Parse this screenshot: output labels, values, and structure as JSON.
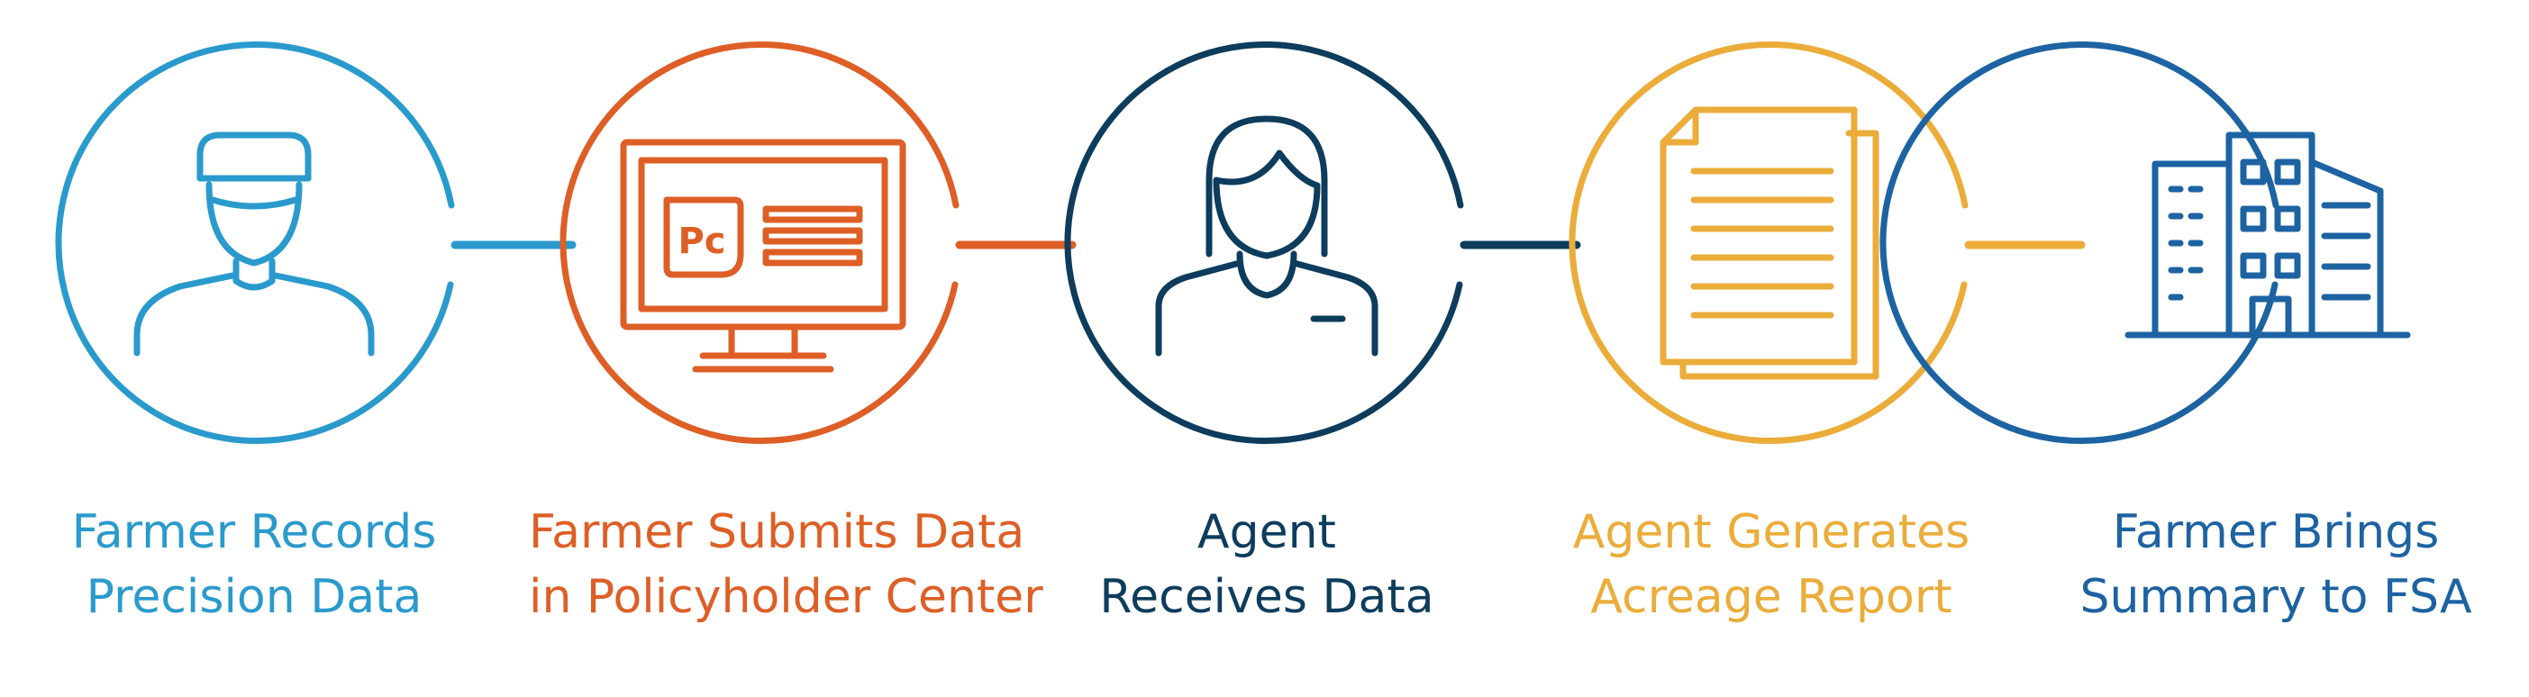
{
  "steps": [
    {
      "line1": "Farmer Records",
      "line2": "Precision Data",
      "icon": "farmer-icon",
      "color": "#2A9ACD"
    },
    {
      "line1": "Farmer Submits Data",
      "line2": "in Policyholder Center",
      "icon": "computer-monitor-icon",
      "color": "#DD5F26",
      "badge": "Pc"
    },
    {
      "line1": "Agent",
      "line2": "Receives Data",
      "icon": "agent-person-icon",
      "color": "#0D3C5C"
    },
    {
      "line1": "Agent Generates",
      "line2": "Acreage Report",
      "icon": "report-document-icon",
      "color": "#EBAC3A"
    },
    {
      "line1": "Farmer Brings",
      "line2": "Summary to FSA",
      "icon": "office-building-icon",
      "color": "#1D63A2"
    }
  ]
}
